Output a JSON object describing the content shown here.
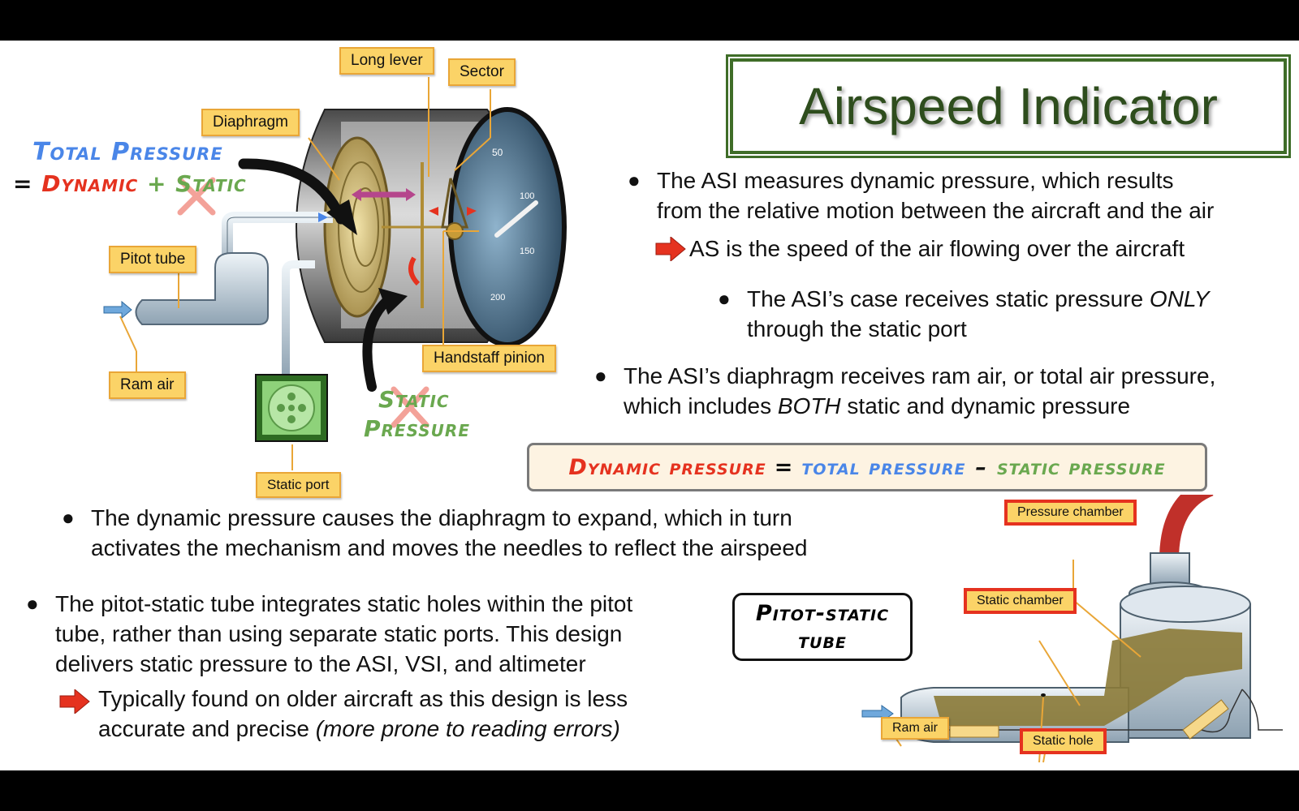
{
  "title": "Airspeed Indicator",
  "instrument_labels": {
    "long_lever": "Long lever",
    "sector": "Sector",
    "diaphragm": "Diaphragm",
    "pitot_tube": "Pitot tube",
    "ram_air": "Ram air",
    "handstaff_pinion": "Handstaff pinion",
    "static_port": "Static port"
  },
  "dial_numbers": [
    "50",
    "100",
    "150",
    "200"
  ],
  "handwritten": {
    "total_pressure": "Total Pressure",
    "equals": "=",
    "dynamic": "Dynamic",
    "plus": "+",
    "static": "Static",
    "static_pressure_line1": "Static",
    "static_pressure_line2": "Pressure"
  },
  "bullets": {
    "b1_line1": "The ASI measures dynamic pressure, which results",
    "b1_line2": "from the relative motion between the aircraft and the air",
    "b1_arrow": "AS is the speed of the air flowing over the aircraft",
    "b1_sub_line1_pre": "The ASI’s case receives static pressure ",
    "b1_sub_line1_em": "ONLY",
    "b1_sub_line2": "through the static port",
    "b2_line1": "The ASI’s diaphragm receives ram air, or total air pressure,",
    "b2_line2_pre": "which includes ",
    "b2_line2_em": "BOTH",
    "b2_line2_post": " static and dynamic pressure",
    "b3_line1": "The dynamic pressure causes the diaphragm to expand, which in turn",
    "b3_line2": "activates the mechanism and moves the needles to reflect the airspeed",
    "b4_line1": "The pitot-static tube integrates static holes within the pitot",
    "b4_line2": "tube, rather than using separate static ports. This design",
    "b4_line3": "delivers static pressure to the ASI, VSI, and altimeter",
    "b4_arrow_line1": "Typically found on older aircraft as this design is less",
    "b4_arrow_line2_pre": "accurate and precise ",
    "b4_arrow_line2_em": "(more prone to reading errors)"
  },
  "formula": {
    "dynamic": "Dynamic pressure",
    "equals": "=",
    "total": "total pressure",
    "minus": "–",
    "static": "static pressure"
  },
  "pitot_static": {
    "label_line1": "Pitot-static",
    "label_line2": "tube",
    "pressure_chamber": "Pressure chamber",
    "static_chamber": "Static chamber",
    "ram_air": "Ram air",
    "static_hole": "Static hole"
  },
  "colors": {
    "blue": "#4a86e8",
    "red": "#e5321f",
    "green": "#6aa84f",
    "title_green": "#2e4d1d",
    "tag_fill": "#fbd367",
    "tag_border": "#e9a637"
  }
}
